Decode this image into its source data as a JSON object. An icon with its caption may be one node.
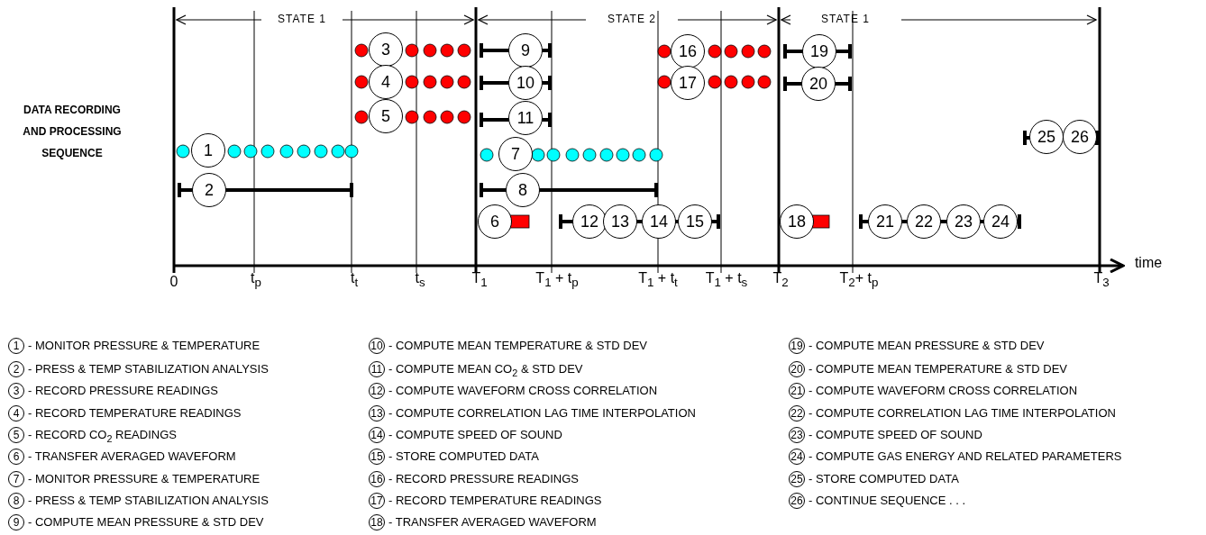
{
  "diagram": {
    "nodes": [
      {
        "text": [
          "1"
        ]
      },
      {
        "text": [
          "2"
        ]
      },
      {
        "text": [
          "3"
        ]
      },
      {
        "text": [
          "4"
        ]
      },
      {
        "text": [
          "5"
        ]
      },
      {
        "text": [
          "6"
        ]
      },
      {
        "text": [
          "7"
        ]
      },
      {
        "text": [
          "8"
        ]
      },
      {
        "text": [
          "9"
        ]
      },
      {
        "text": [
          "10"
        ]
      },
      {
        "text": [
          "11"
        ]
      },
      {
        "text": [
          "12"
        ]
      },
      {
        "text": [
          "13"
        ]
      },
      {
        "text": [
          "14"
        ]
      },
      {
        "text": [
          "15"
        ]
      },
      {
        "text": [
          "16"
        ]
      },
      {
        "text": [
          "17"
        ]
      },
      {
        "text": [
          "18"
        ]
      },
      {
        "text": [
          "19"
        ]
      },
      {
        "text": [
          "20"
        ]
      },
      {
        "text": [
          "21"
        ]
      },
      {
        "text": [
          "22"
        ]
      },
      {
        "text": [
          "23"
        ]
      },
      {
        "text": [
          "24"
        ]
      },
      {
        "text": [
          "25"
        ]
      },
      {
        "text": [
          "26"
        ]
      },
      {
        "text": [
          "1"
        ],
        "beside": [
          "- MONITOR PRESSURE & TEMPERATURE"
        ]
      },
      {
        "text": [
          "2"
        ],
        "beside": [
          "- PRESS & TEMP STABILIZATION ANALYSIS"
        ]
      },
      {
        "text": [
          "3"
        ],
        "beside": [
          "- RECORD PRESSURE READINGS"
        ]
      },
      {
        "text": [
          "4"
        ],
        "beside": [
          "- RECORD TEMPERATURE READINGS"
        ]
      },
      {
        "text": [
          "5"
        ],
        "beside": [
          "- RECORD CO$_{2}$ READINGS"
        ]
      },
      {
        "text": [
          "6"
        ],
        "beside": [
          "- TRANSFER AVERAGED WAVEFORM"
        ]
      },
      {
        "text": [
          "7"
        ],
        "beside": [
          "- MONITOR PRESSURE & TEMPERATURE"
        ]
      },
      {
        "text": [
          "8"
        ],
        "beside": [
          "- PRESS & TEMP STABILIZATION ANALYSIS"
        ]
      },
      {
        "text": [
          "9"
        ],
        "beside": [
          "- COMPUTE MEAN PRESSURE & STD DEV"
        ]
      },
      {
        "text": [
          "10"
        ],
        "beside": [
          "- COMPUTE MEAN TEMPERATURE & STD DEV"
        ]
      },
      {
        "text": [
          "11"
        ],
        "beside": [
          "- COMPUTE MEAN CO$_{2}$ & STD DEV"
        ]
      },
      {
        "text": [
          "12"
        ],
        "beside": [
          "- COMPUTE WAVEFORM CROSS CORRELATION"
        ]
      },
      {
        "text": [
          "13"
        ],
        "beside": [
          "- COMPUTE CORRELATION LAG TIME INTERPOLATION"
        ]
      },
      {
        "text": [
          "14"
        ],
        "beside": [
          "- COMPUTE SPEED OF SOUND"
        ]
      },
      {
        "text": [
          "15"
        ],
        "beside": [
          "- STORE COMPUTED DATA"
        ]
      },
      {
        "text": [
          "16"
        ],
        "beside": [
          "- RECORD PRESSURE READINGS"
        ]
      },
      {
        "text": [
          "17"
        ],
        "beside": [
          "- RECORD TEMPERATURE READINGS"
        ]
      },
      {
        "text": [
          "18"
        ],
        "beside": [
          "- TRANSFER AVERAGED WAVEFORM"
        ]
      },
      {
        "text": [
          "19"
        ],
        "beside": [
          "- COMPUTE MEAN PRESSURE & STD DEV"
        ]
      },
      {
        "text": [
          "20"
        ],
        "beside": [
          "- COMPUTE MEAN TEMPERATURE & STD DEV"
        ]
      },
      {
        "text": [
          "21"
        ],
        "beside": [
          "- COMPUTE WAVEFORM CROSS CORRELATION"
        ]
      },
      {
        "text": [
          "22"
        ],
        "beside": [
          "- COMPUTE CORRELATION LAG TIME INTERPOLATION"
        ]
      },
      {
        "text": [
          "23"
        ],
        "beside": [
          "- COMPUTE SPEED OF SOUND"
        ]
      },
      {
        "text": [
          "24"
        ],
        "beside": [
          "- COMPUTE GAS ENERGY AND RELATED PARAMETERS"
        ]
      },
      {
        "text": [
          "25"
        ],
        "beside": [
          "- STORE COMPUTED DATA"
        ]
      },
      {
        "text": [
          "26"
        ],
        "beside": [
          "- CONTINUE SEQUENCE . . ."
        ]
      }
    ],
    "labels": [
      "STATE 1",
      "STATE 2",
      "STATE 1",
      "DATA RECORDING AND PROCESSING SEQUENCE",
      "0",
      "t$_{p}$",
      "t$_{t}$",
      "t$_{s}$",
      "T$_{1}$",
      "T$_{1}$ + t$_{p}$",
      "T$_{1}$ + t$_{t}$",
      "T$_{1}$ + t$_{s}$",
      "T$_{2}$",
      "T$_{2}$+ t$_{p}$",
      "T$_{3}$",
      "time"
    ]
  }
}
